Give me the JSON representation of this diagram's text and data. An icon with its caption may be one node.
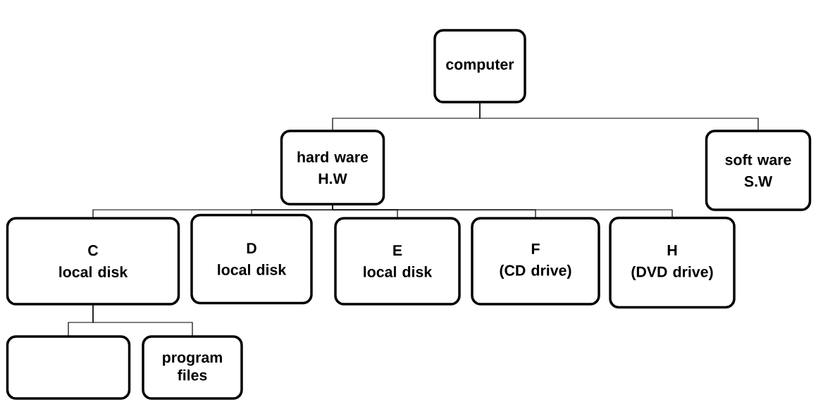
{
  "diagram": {
    "nodes": [
      {
        "text": [
          "computer"
        ]
      },
      {
        "text": [
          "hard ware",
          "H.W"
        ]
      },
      {
        "text": [
          "soft ware",
          "S.W"
        ]
      },
      {
        "text": [
          "C",
          "local disk"
        ]
      },
      {
        "text": [
          "D",
          "local disk"
        ]
      },
      {
        "text": [
          "E",
          "local disk"
        ]
      },
      {
        "text": [
          "F",
          "(CD drive)"
        ]
      },
      {
        "text": [
          "H",
          "(DVD drive)"
        ]
      },
      {
        "text": [],
        "shape": "box"
      },
      {
        "text": [
          "program files"
        ]
      }
    ],
    "edges": [
      {
        "from": 0,
        "to": 1,
        "arrow": "none"
      },
      {
        "from": 0,
        "to": 2,
        "arrow": "none"
      },
      {
        "from": 1,
        "to": 3,
        "arrow": "none"
      },
      {
        "from": 1,
        "to": 4,
        "arrow": "none"
      },
      {
        "from": 1,
        "to": 5,
        "arrow": "none"
      },
      {
        "from": 1,
        "to": 6,
        "arrow": "none"
      },
      {
        "from": 1,
        "to": 7,
        "arrow": "none"
      },
      {
        "from": 3,
        "to": 8,
        "arrow": "none"
      },
      {
        "from": 3,
        "to": 9,
        "arrow": "none"
      }
    ]
  }
}
